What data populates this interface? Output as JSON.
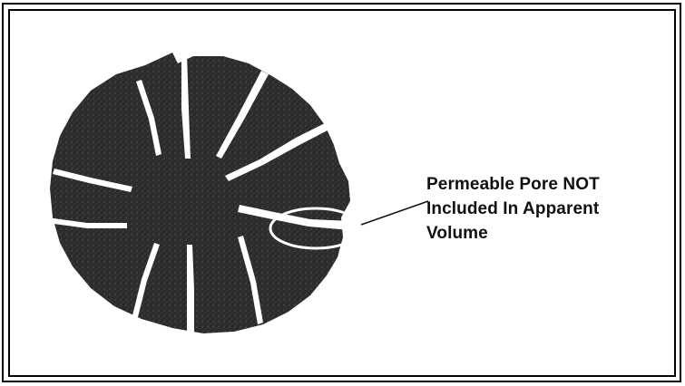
{
  "label": {
    "lines": [
      "Permeable Pore NOT",
      "Included In Apparent",
      "Volume"
    ]
  },
  "colors": {
    "particle": "#2a2a2a",
    "background": "#ffffff",
    "frame": "#000000"
  }
}
